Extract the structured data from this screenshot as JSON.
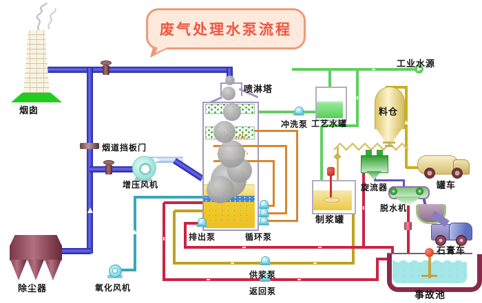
{
  "title": "废气处理水泵流程",
  "labels": {
    "chimney": "烟囱",
    "dust_collector": "除尘器",
    "flue_damper": "烟道挡板门",
    "booster_fan": "增压风机",
    "oxidation_fan": "氧化风机",
    "spray_tower": "喷淋塔",
    "flush_pump": "冲洗泵",
    "process_water_tank": "工艺水罐",
    "industrial_water": "工业水源",
    "silo": "料仓",
    "tank_truck": "罐车",
    "cyclone": "旋流器",
    "dewatering_machine": "脱水机",
    "gypsum_truck": "石膏车",
    "slurry_tank": "制浆罐",
    "discharge_pump": "排出泵",
    "circulation_pump": "循环泵",
    "slurry_supply_pump": "供浆泵",
    "return_pump": "返回泵",
    "emergency_pool": "事故池"
  },
  "colors": {
    "flue_pipe": "#3a3ad0",
    "water_pipe": "#5fce5f",
    "slurry_pipe": "#cc2244",
    "supply_pipe": "#c0a020",
    "spray_pipe": "#d8862a",
    "air_pipe": "#3aa7b5",
    "powder_pipe": "#c8b020",
    "title_text": "#ee5544",
    "title_border": "#f0997a"
  }
}
